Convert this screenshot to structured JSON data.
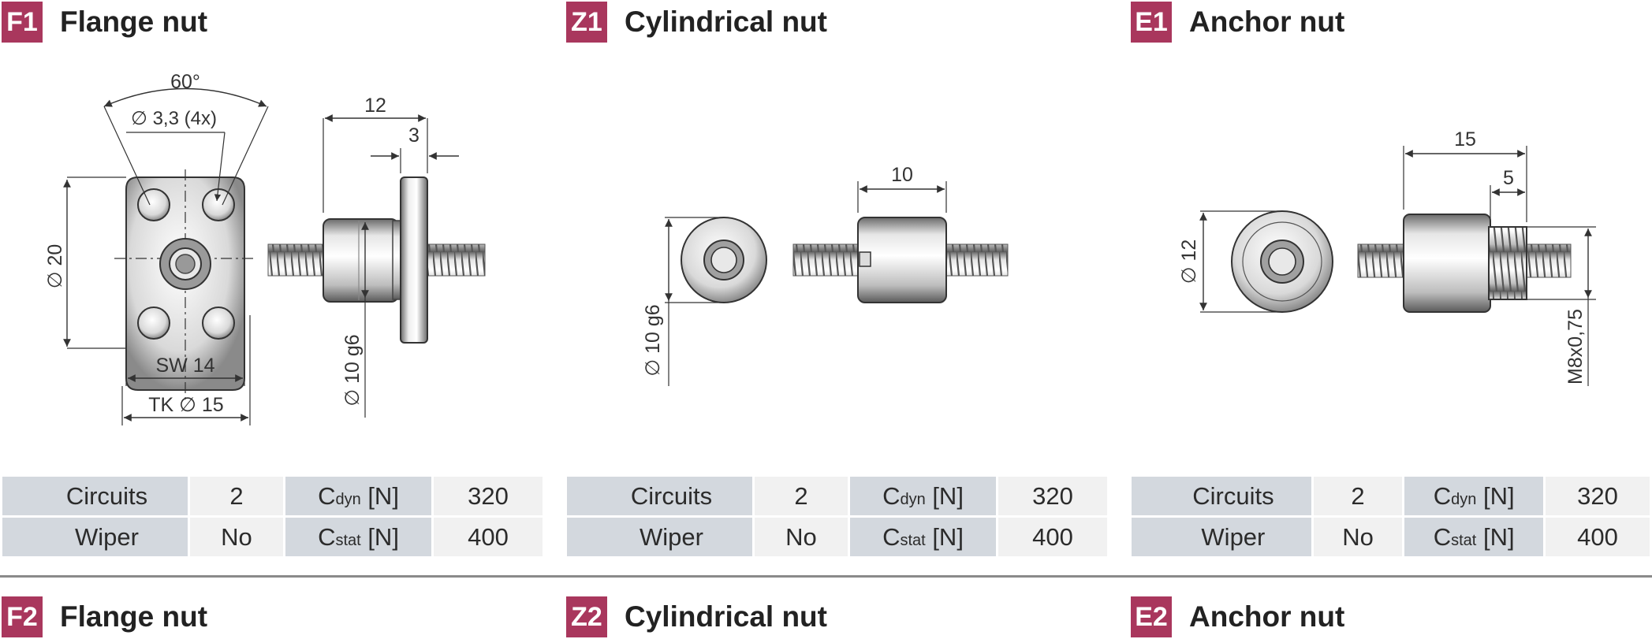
{
  "sections": [
    {
      "badge": "F1",
      "title": "Flange nut",
      "dims": {
        "angle": "60°",
        "holes": "∅ 3,3 (4x)",
        "dia": "∅ 20",
        "sw": "SW 14",
        "tk": "TK ∅  15",
        "length": "12",
        "flange": "3",
        "bore": "∅ 10 g6"
      },
      "table": {
        "r1_label": "Circuits",
        "r1_value": "2",
        "r1_param": "C",
        "r1_sub": "dyn",
        "r1_unit": " [N]",
        "r1_pvalue": "320",
        "r2_label": "Wiper",
        "r2_value": "No",
        "r2_param": "C",
        "r2_sub": "stat",
        "r2_unit": " [N]",
        "r2_pvalue": "400"
      }
    },
    {
      "badge": "Z1",
      "title": "Cylindrical nut",
      "dims": {
        "length": "10",
        "bore": "∅ 10 g6"
      },
      "table": {
        "r1_label": "Circuits",
        "r1_value": "2",
        "r1_param": "C",
        "r1_sub": "dyn",
        "r1_unit": " [N]",
        "r1_pvalue": "320",
        "r2_label": "Wiper",
        "r2_value": "No",
        "r2_param": "C",
        "r2_sub": "stat",
        "r2_unit": " [N]",
        "r2_pvalue": "400"
      }
    },
    {
      "badge": "E1",
      "title": "Anchor nut",
      "dims": {
        "length": "15",
        "thread_len": "5",
        "dia": "∅ 12",
        "thread": "M8x0,75"
      },
      "table": {
        "r1_label": "Circuits",
        "r1_value": "2",
        "r1_param": "C",
        "r1_sub": "dyn",
        "r1_unit": " [N]",
        "r1_pvalue": "320",
        "r2_label": "Wiper",
        "r2_value": "No",
        "r2_param": "C",
        "r2_sub": "stat",
        "r2_unit": " [N]",
        "r2_pvalue": "400"
      }
    }
  ],
  "next_sections": [
    {
      "badge": "F2",
      "title": "Flange nut"
    },
    {
      "badge": "Z2",
      "title": "Cylindrical nut"
    },
    {
      "badge": "E2",
      "title": "Anchor nut"
    }
  ],
  "colors": {
    "badge": "#a9375d",
    "label_cell": "#d3d8de",
    "value_cell": "#f1f1f1",
    "divider": "#8a8a8a"
  }
}
